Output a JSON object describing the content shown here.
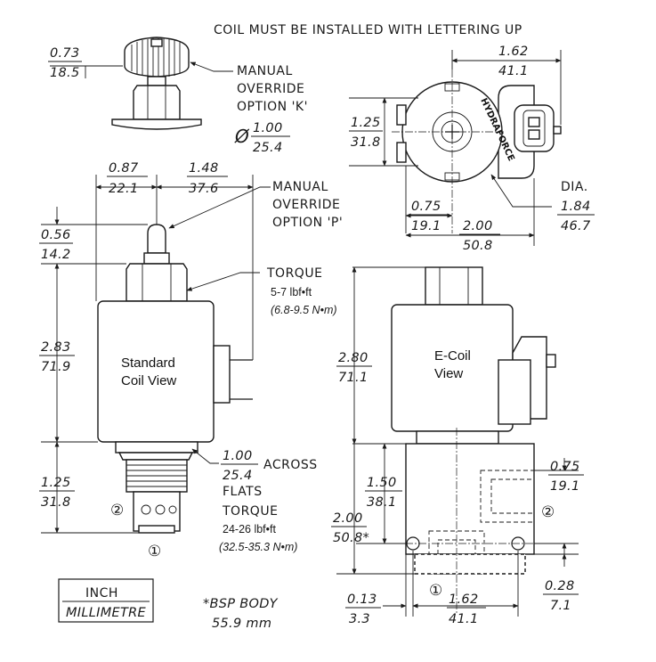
{
  "title": "COIL MUST BE INSTALLED WITH LETTERING UP",
  "override_k": {
    "height": {
      "inch": "0.73",
      "mm": "18.5"
    },
    "label": [
      "MANUAL",
      "OVERRIDE",
      "OPTION 'K'"
    ],
    "dia_symbol": "Ø",
    "dia": {
      "inch": "1.00",
      "mm": "25.4"
    }
  },
  "coil_top": {
    "width": {
      "inch": "1.62",
      "mm": "41.1"
    },
    "height": {
      "inch": "1.25",
      "mm": "31.8"
    },
    "offset": {
      "inch": "0.75",
      "mm": "19.1"
    },
    "span": {
      "inch": "2.00",
      "mm": "50.8"
    },
    "dia_label": "DIA.",
    "dia": {
      "inch": "1.84",
      "mm": "46.7"
    },
    "brand": "HYDRAFORCE"
  },
  "override_p": {
    "offset": {
      "inch": "0.87",
      "mm": "22.1"
    },
    "width": {
      "inch": "1.48",
      "mm": "37.6"
    },
    "label": [
      "MANUAL",
      "OVERRIDE",
      "OPTION 'P'"
    ]
  },
  "standard": {
    "stem": {
      "inch": "0.56",
      "mm": "14.2"
    },
    "coil_height": {
      "inch": "2.83",
      "mm": "71.9"
    },
    "cartridge": {
      "inch": "1.25",
      "mm": "31.8"
    },
    "view_label": [
      "Standard",
      "Coil View"
    ],
    "torque_label": "TORQUE",
    "torque_value": "5-7 lbf•ft",
    "torque_metric": "(6.8-9.5 N•m)",
    "flats": {
      "inch": "1.00",
      "mm": "25.4"
    },
    "flats_label": [
      "ACROSS",
      "FLATS"
    ],
    "body_torque_label": "TORQUE",
    "body_torque_value": "24-26 lbf•ft",
    "body_torque_metric": "(32.5-35.3 N•m)",
    "port2": "②",
    "port1": "①"
  },
  "ecoil": {
    "height": {
      "inch": "2.80",
      "mm": "71.1"
    },
    "view_label": [
      "E-Coil",
      "View"
    ],
    "body_height": {
      "inch": "1.50",
      "mm": "38.1"
    },
    "body_total": {
      "inch": "2.00",
      "mm": "50.8*"
    },
    "port_offset": {
      "inch": "0.75",
      "mm": "19.1"
    },
    "port2": "②",
    "port1": "①",
    "bottom_offset": {
      "inch": "0.28",
      "mm": "7.1"
    },
    "left_offset": {
      "inch": "0.13",
      "mm": "3.3"
    },
    "bottom_width": {
      "inch": "1.62",
      "mm": "41.1"
    }
  },
  "legend": {
    "unit1": "INCH",
    "unit2": "MILLIMETRE"
  },
  "bsp_note": [
    "*BSP BODY",
    "55.9 mm"
  ]
}
